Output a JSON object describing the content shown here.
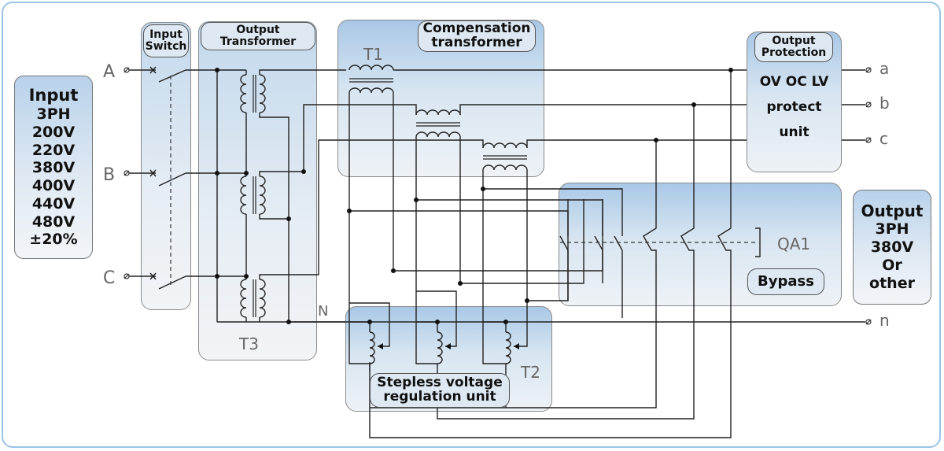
{
  "input_box": {
    "lines": [
      "Input",
      "3PH",
      "200V",
      "220V",
      "380V",
      "400V",
      "440V",
      "480V",
      "±20%"
    ]
  },
  "output_box": {
    "lines": [
      "Output",
      "3PH",
      "380V",
      "Or",
      "other"
    ]
  },
  "input_switch": {
    "lines": [
      "Input",
      "Switch"
    ]
  },
  "output_transformer": {
    "lines": [
      "Output",
      "Transformer"
    ],
    "id": "T3"
  },
  "compensation_transformer": {
    "lines": [
      "Compensation",
      "transformer"
    ],
    "id": "T1"
  },
  "output_protection": {
    "lines": [
      "Output",
      "Protection"
    ],
    "body": [
      "OV OC LV",
      "protect",
      "unit"
    ]
  },
  "bypass": {
    "label": "Bypass",
    "switch": "QA1"
  },
  "stepless": {
    "lines": [
      "Stepless voltage",
      "regulation unit"
    ],
    "id": "T2"
  },
  "terminals": {
    "in": [
      "A",
      "B",
      "C"
    ],
    "neutral": "N",
    "out": [
      "a",
      "b",
      "c"
    ],
    "out_neutral": "n"
  }
}
